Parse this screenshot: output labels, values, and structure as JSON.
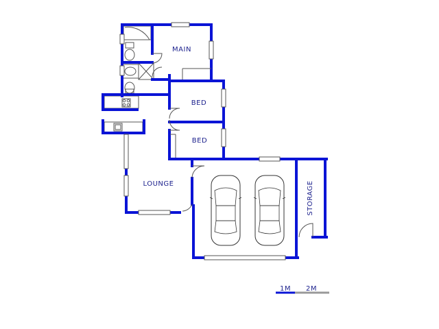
{
  "rooms": {
    "main": "MAIN",
    "bed_1": "BED",
    "bed_2": "BED",
    "lounge": "LOUNGE",
    "storage": "STORAGE"
  },
  "scale_bar": {
    "label_1": "1M",
    "label_2": "2M"
  },
  "colors": {
    "wall": "#0a14d6",
    "label": "#1a1f8c"
  }
}
